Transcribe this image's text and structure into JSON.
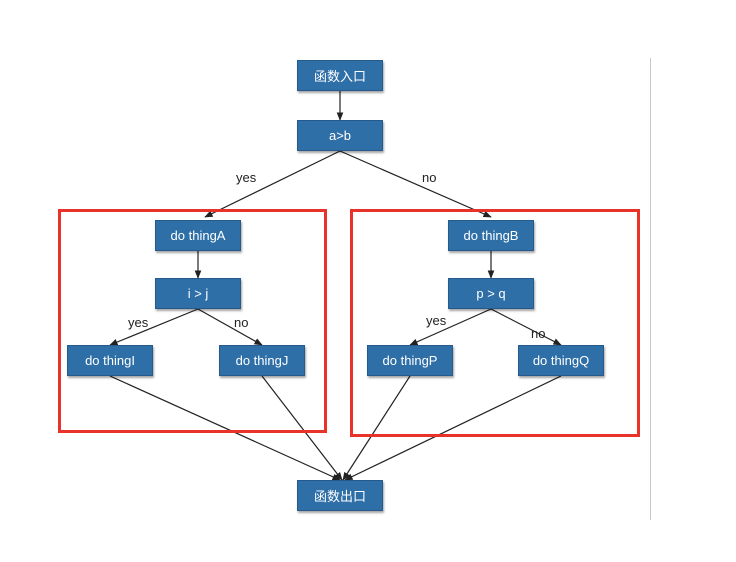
{
  "nodes": {
    "entry": "函数入口",
    "cond_ab": "a>b",
    "thing_a": "do thingA",
    "cond_ij": "i > j",
    "thing_i": "do thingI",
    "thing_j": "do thingJ",
    "thing_b": "do thingB",
    "cond_pq": "p > q",
    "thing_p": "do thingP",
    "thing_q": "do thingQ",
    "exit": "函数出口"
  },
  "edge_labels": {
    "ab_yes": "yes",
    "ab_no": "no",
    "ij_yes": "yes",
    "ij_no": "no",
    "pq_yes": "yes",
    "pq_no": "no"
  },
  "colors": {
    "node_fill": "#2f6fa8",
    "node_text": "#ffffff",
    "group_border": "#e8322a",
    "edge": "#222222"
  }
}
